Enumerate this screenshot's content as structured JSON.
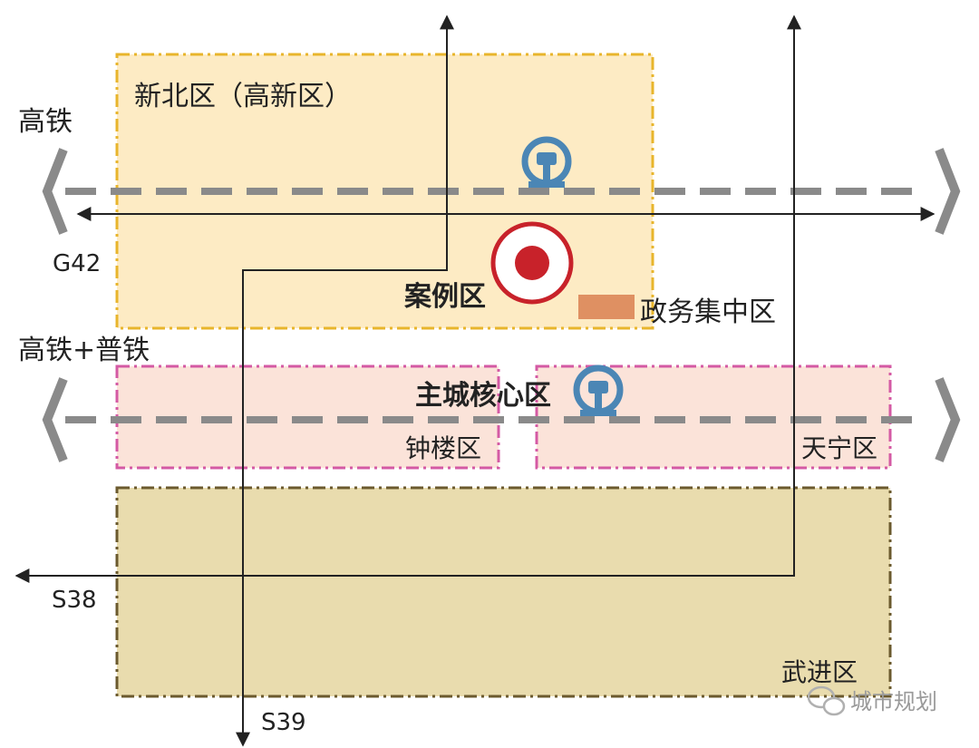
{
  "districts": {
    "xinbei": "新北区（高新区）",
    "zhonglou": "钟楼区",
    "tianning": "天宁区",
    "wujin": "武进区"
  },
  "rail": {
    "high_speed": "高铁",
    "high_speed_normal": "高铁+普铁"
  },
  "roads": {
    "g42": "G42",
    "s38": "S38",
    "s39": "S39"
  },
  "places": {
    "case_area": "案例区",
    "gov_center": "政务集中区",
    "main_core": "主城核心区"
  },
  "watermark": "城市规划",
  "icons": {
    "station": "railway-station-icon",
    "case_marker": "target-marker-icon",
    "wechat": "wechat-icon"
  },
  "colors": {
    "xinbei_fill": "#fdebc4",
    "xinbei_border": "#e8b52c",
    "core_fill": "#fbe3d9",
    "core_border": "#d45aa4",
    "wujin_fill": "#e9dcae",
    "wujin_border": "#6b5a2e",
    "rail": "#8a8a8a",
    "station": "#4b86b5",
    "marker": "#c8222a",
    "gov": "#df9062"
  }
}
